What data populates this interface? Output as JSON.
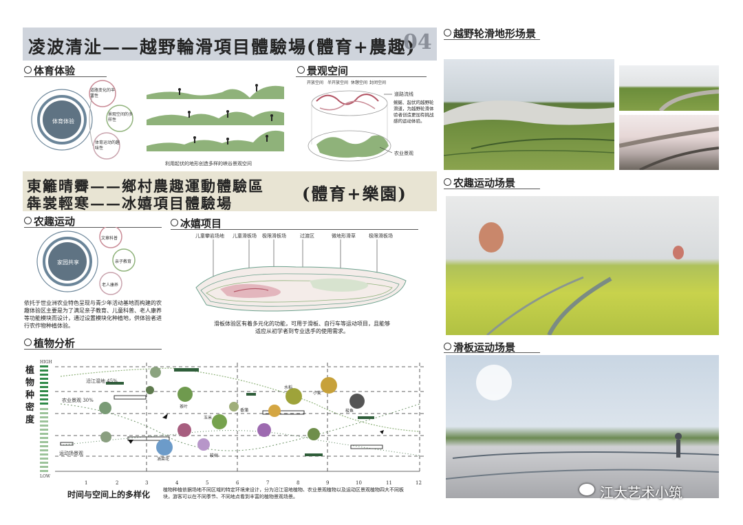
{
  "banner": {
    "title": "凌波清沚——越野輪滑項目體驗場(體育+農趣)",
    "number": "04"
  },
  "banner2": {
    "line1": "東籬晴霽——鄉村農趣運動體驗區",
    "line2": "犇裳輕寒——冰嬉項目體驗場",
    "right": "(體育+樂園)"
  },
  "sports": {
    "heading": "体育体验",
    "center_label": "体育体验",
    "circle_labels": [
      "道路变化的丰富性",
      "景观空间的多样性",
      "体育运动的趣味性"
    ],
    "caption": "利用起伏的地形创造多样的峡谷景观空间"
  },
  "landscape": {
    "heading": "景观空间",
    "top_labels": [
      "开放空间",
      "半开放空间",
      "休憩空间",
      "封闭空间"
    ],
    "right_labels": [
      "道路流线",
      "农业景观"
    ],
    "description": "蜿蜒、起伏的越野轮滑道，为越野轮滑体验者创造更加有挑战感的运动体验。"
  },
  "farm": {
    "heading": "农趣运动",
    "center_label": "家园共享",
    "circle_labels": [
      "文章科普",
      "亲子教育",
      "老人康养"
    ],
    "description": "依托于世业洲农业特色呈现与青少年活动基地而构建的农趣体验区主要是为了满足亲子教育、儿童科普、老人康养等功能模块而设计，通过设置模块化种植地，供体验者进行农作物种植体验。"
  },
  "ice": {
    "heading": "冰嬉项目",
    "labels": [
      "儿童攀岩场地",
      "儿童滑板场",
      "极限滑板场",
      "过渡区",
      "微地形滑草",
      "极限滑板场"
    ],
    "description": "滑板体验区有着多元化的功能，可用于滑板、自行车等运动项目，且能够适应从初学者到专业选手的使用需求。"
  },
  "plant": {
    "heading": "植物分析",
    "ylabel": "植物种密度",
    "ytop": "HIGH",
    "ybottom": "LOW",
    "xlabel": "时间与空间上的多样化",
    "ticks": [
      "1",
      "2",
      "3",
      "4",
      "5",
      "6",
      "7",
      "8",
      "9",
      "10",
      "11",
      "12"
    ],
    "annotations": [
      "沿江湿地 45%",
      "农业景观 30%",
      "运动场景观"
    ],
    "plant_names": [
      "茶叶",
      "玉米",
      "香蒲",
      "水稻",
      "小麦",
      "梭鱼",
      "油菜花",
      "梭树"
    ],
    "description": "植物种植依据场地不同区域的特定环境来设计，分为沿江湿地植物、农业景观植物以及运动区景观植物四大不同板块，游客可以在不同季节、不同地点看到丰富的植物景观场景。"
  },
  "right": {
    "h1": "越野轮滑地形场景",
    "h2": "农趣运动场景",
    "h3": "滑板运动场景"
  },
  "watermark": "江大艺术小筑",
  "colors": {
    "banner": "#cfd4dc",
    "banner2": "#e8e4d3",
    "green": "#8fb27a",
    "slate": "#5f7383",
    "pink": "#c98a95"
  }
}
